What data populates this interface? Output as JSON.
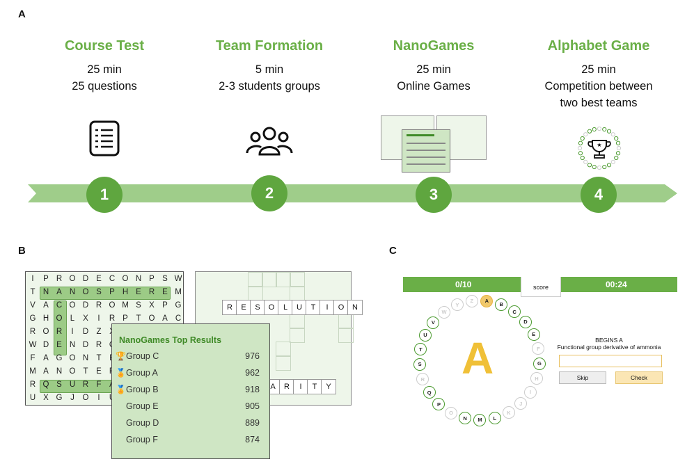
{
  "panels": {
    "a": "A",
    "b": "B",
    "c": "C"
  },
  "steps": [
    {
      "title": "Course Test",
      "lines": [
        "25 min",
        "25 questions"
      ],
      "number": "1",
      "icon": "checklist-icon"
    },
    {
      "title": "Team Formation",
      "lines": [
        "5 min",
        "2-3 students groups"
      ],
      "number": "2",
      "icon": "group-icon"
    },
    {
      "title": "NanoGames",
      "lines": [
        "25 min",
        "Online Games"
      ],
      "number": "3",
      "icon": "games-thumbnail"
    },
    {
      "title": "Alphabet Game",
      "lines": [
        "25 min",
        "Competition between",
        "two best teams"
      ],
      "number": "4",
      "icon": "trophy-icon"
    }
  ],
  "colors": {
    "accent": "#6aaf47",
    "circle": "#5fa63f",
    "arrow": "#9fcd8a",
    "panel": "#cfe6c4"
  },
  "wordsearch": {
    "rows": [
      "IPRODECONPSW",
      "TNANOSPHEREM",
      "VACODROMSXPG",
      "GHOLXIRPTOAC",
      "RORIDZXKLEPA",
      "WDENDRCTORBP",
      "FAGONTETEHSA",
      "MANOTERRNAEC",
      "RQSURFACEIMW",
      "UXGJOIUNTOAE"
    ]
  },
  "crossword": {
    "word1": "RESOLUTION",
    "word2": "ARITY"
  },
  "results": {
    "title": "NanoGames Top Results",
    "rows": [
      {
        "name": "Group C",
        "score": "976",
        "medal": "trophy-icon"
      },
      {
        "name": "Group A",
        "score": "962",
        "medal": "medal-icon"
      },
      {
        "name": "Group B",
        "score": "918",
        "medal": "medal-icon"
      },
      {
        "name": "Group E",
        "score": "905",
        "medal": ""
      },
      {
        "name": "Group D",
        "score": "889",
        "medal": ""
      },
      {
        "name": "Group F",
        "score": "874",
        "medal": ""
      }
    ]
  },
  "game": {
    "progress": "0/10",
    "score_label": "score",
    "timer": "00:24",
    "current_letter": "A",
    "clue_title": "BEGINS A",
    "clue_text": "Functional group derivative of ammonia",
    "skip_label": "Skip",
    "check_label": "Check",
    "letters": [
      {
        "l": "A",
        "s": "active"
      },
      {
        "l": "B",
        "s": "green"
      },
      {
        "l": "C",
        "s": "green"
      },
      {
        "l": "D",
        "s": "green"
      },
      {
        "l": "E",
        "s": "green"
      },
      {
        "l": "F",
        "s": "gray"
      },
      {
        "l": "G",
        "s": "green"
      },
      {
        "l": "H",
        "s": "gray"
      },
      {
        "l": "I",
        "s": "gray"
      },
      {
        "l": "J",
        "s": "gray"
      },
      {
        "l": "K",
        "s": "gray"
      },
      {
        "l": "L",
        "s": "green"
      },
      {
        "l": "M",
        "s": "green"
      },
      {
        "l": "N",
        "s": "green"
      },
      {
        "l": "O",
        "s": "gray"
      },
      {
        "l": "P",
        "s": "green"
      },
      {
        "l": "Q",
        "s": "green"
      },
      {
        "l": "R",
        "s": "gray"
      },
      {
        "l": "S",
        "s": "green"
      },
      {
        "l": "T",
        "s": "green"
      },
      {
        "l": "U",
        "s": "green"
      },
      {
        "l": "V",
        "s": "green"
      },
      {
        "l": "W",
        "s": "gray"
      },
      {
        "l": "Y",
        "s": "gray"
      },
      {
        "l": "Z",
        "s": "gray"
      }
    ]
  }
}
